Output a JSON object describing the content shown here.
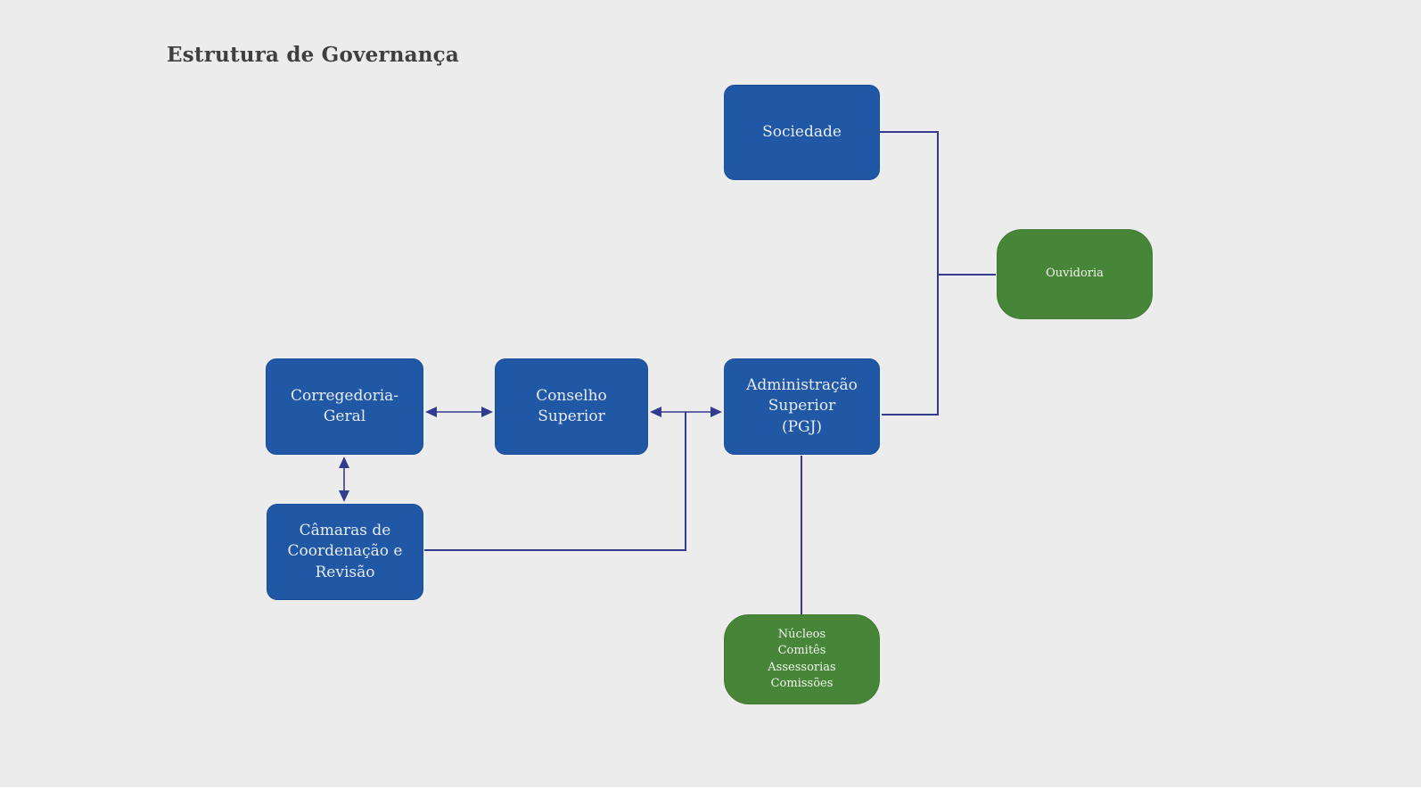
{
  "title": "Estrutura de Governança",
  "colors": {
    "background": "#ECECEC",
    "primary_box": "#2158A6",
    "secondary_box": "#478539",
    "connector": "#333B8E",
    "title_text": "#3F3F3F",
    "box_text": "#E9ECF4"
  },
  "nodes": [
    {
      "id": "sociedade",
      "label": "Sociedade",
      "type": "primary"
    },
    {
      "id": "ouvidoria",
      "label": "Ouvidoria",
      "type": "secondary"
    },
    {
      "id": "corregedoria",
      "label": "Corregedoria-\nGeral",
      "type": "primary"
    },
    {
      "id": "conselho",
      "label": "Conselho\nSuperior",
      "type": "primary"
    },
    {
      "id": "administracao",
      "label": "Administração\nSuperior\n(PGJ)",
      "type": "primary"
    },
    {
      "id": "camaras",
      "label": "Câmaras de\nCoordenação e\nRevisão",
      "type": "primary"
    },
    {
      "id": "nucleos",
      "label": "Núcleos\nComitês\nAssessorias\nComissões",
      "type": "secondary"
    }
  ],
  "edges": [
    {
      "from": "Sociedade",
      "to": "Administração Superior (PGJ)",
      "arrows": "none",
      "shape": "elbow-right-down-left"
    },
    {
      "from": "Sociedade/Administração trunk",
      "to": "Ouvidoria",
      "arrows": "none",
      "shape": "straight"
    },
    {
      "from": "Administração Superior (PGJ)",
      "to": "Núcleos Comitês Assessorias Comissões",
      "arrows": "none",
      "shape": "straight"
    },
    {
      "from": "Conselho Superior",
      "to": "Administração Superior (PGJ)",
      "arrows": "both",
      "shape": "straight"
    },
    {
      "from": "Corregedoria-Geral",
      "to": "Conselho Superior",
      "arrows": "both",
      "shape": "straight"
    },
    {
      "from": "Corregedoria-Geral",
      "to": "Câmaras de Coordenação e Revisão",
      "arrows": "both",
      "shape": "straight"
    },
    {
      "from": "Câmaras de Coordenação e Revisão",
      "to": "Administração Superior (PGJ)",
      "arrows": "end",
      "shape": "elbow-right-up"
    }
  ]
}
